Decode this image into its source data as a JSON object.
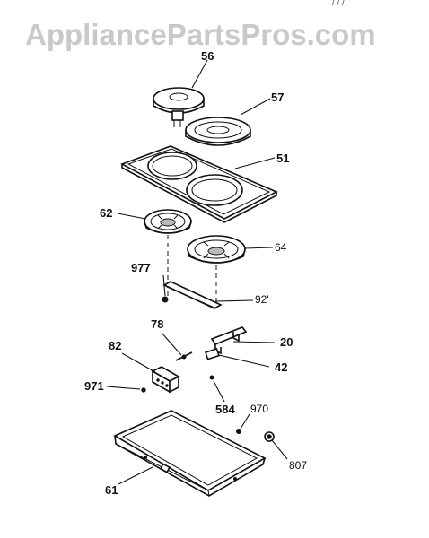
{
  "watermark": "AppliancePartsPros.com",
  "corner_mark": "/ / /",
  "callouts": {
    "c56": "56",
    "c57": "57",
    "c51": "51",
    "c62": "62",
    "c64": "64",
    "c977": "977",
    "c92": "92'",
    "c78": "78",
    "c20": "20",
    "c82": "82",
    "c42": "42",
    "c971": "971",
    "c584": "584",
    "c970": "970",
    "c807": "807",
    "c61": "61"
  }
}
